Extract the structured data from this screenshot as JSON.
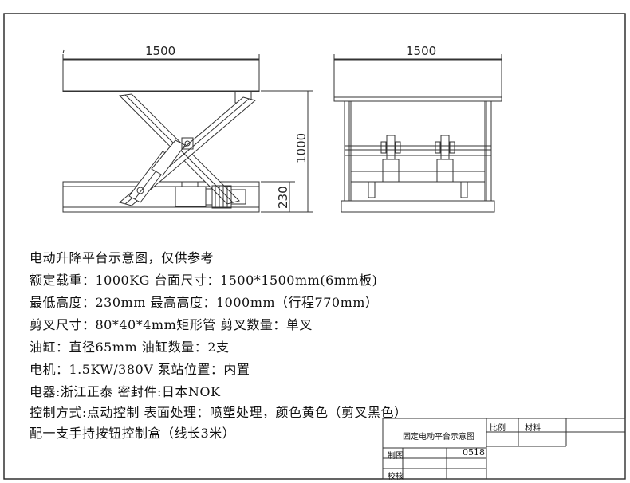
{
  "dimensions": {
    "side_width": "1500",
    "front_width": "1500",
    "max_height": "1000",
    "min_height": "230"
  },
  "notes": [
    "电动升降平台示意图，仅供参考",
    "额定载重：1000KG      台面尺寸：1500*1500mm(6mm板)",
    "最低高度：230mm       最高高度：1000mm（行程770mm）",
    "剪叉尺寸：80*40*4mm矩形管   剪叉数量：单叉",
    "油缸：直径65mm        油缸数量：2支",
    "电机：1.5KW/380V      泵站位置：内置",
    "电器:浙江正泰         密封件:日本NOK",
    "控制方式:点动控制 表面处理：喷塑处理，颜色黄色（剪叉黑色）",
    "配一支手持按钮控制盒（线长3米）"
  ],
  "title_block": {
    "drawing_name": "固定电动平台示意图",
    "ratio_label": "比例",
    "material_label": "材料",
    "drawn_label": "制图",
    "checked_label": "校核",
    "drawing_number": "0518"
  }
}
